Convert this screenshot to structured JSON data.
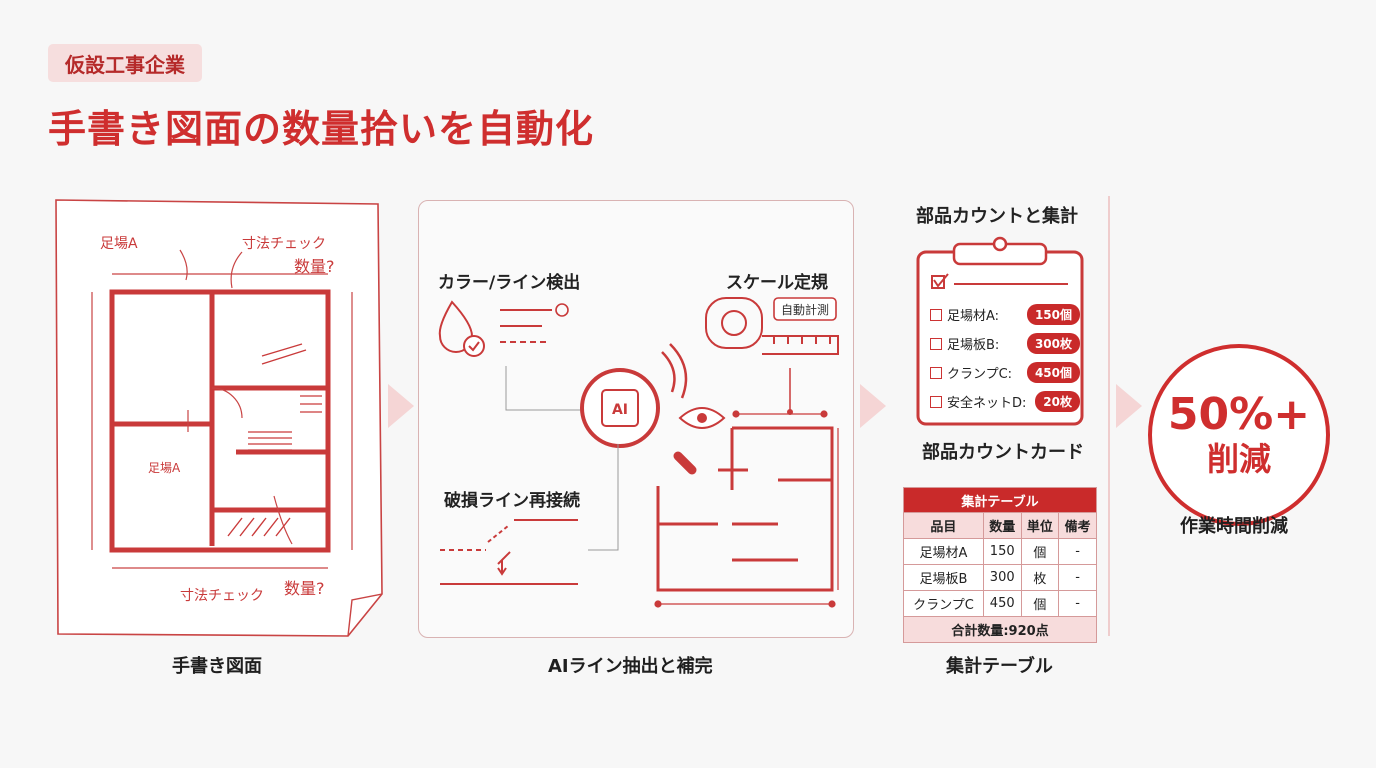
{
  "header": {
    "tag": "仮設工事企業",
    "title": "手書き図面の数量拾いを自動化"
  },
  "drawing": {
    "caption": "手書き図面",
    "notes": {
      "scaffold_a": "足場A",
      "dim_check_top": "寸法チェック",
      "qty_top": "数量?",
      "dim_check_bottom": "寸法チェック",
      "qty_bottom": "数量?",
      "scaffold_a_inner": "足場A"
    }
  },
  "ai_panel": {
    "caption": "AIライン抽出と補完",
    "color_line_label": "カラー/ライン検出",
    "scale_label": "スケール定規",
    "auto_measure": "自動計測",
    "ai_chip": "AI",
    "repair_label": "破損ライン再接続"
  },
  "parts": {
    "heading": "部品カウントと集計",
    "card_caption": "部品カウントカード",
    "items": [
      {
        "label": "足場材A:",
        "value": "150個"
      },
      {
        "label": "足場板B:",
        "value": "300枚"
      },
      {
        "label": "クランプC:",
        "value": "450個"
      },
      {
        "label": "安全ネットD:",
        "value": "20枚"
      }
    ]
  },
  "summary_table": {
    "title": "集計テーブル",
    "headers": [
      "品目",
      "数量",
      "単位",
      "備考"
    ],
    "rows": [
      [
        "足場材A",
        "150",
        "個",
        "-"
      ],
      [
        "足場板B",
        "300",
        "枚",
        "-"
      ],
      [
        "クランプC",
        "450",
        "個",
        "-"
      ]
    ],
    "total": "合計数量:920点",
    "caption": "集計テーブル"
  },
  "result": {
    "value": "50%+",
    "label": "削減",
    "caption": "作業時間削減"
  },
  "colors": {
    "accent": "#cf2e2e",
    "accent_light": "#f6dede"
  }
}
